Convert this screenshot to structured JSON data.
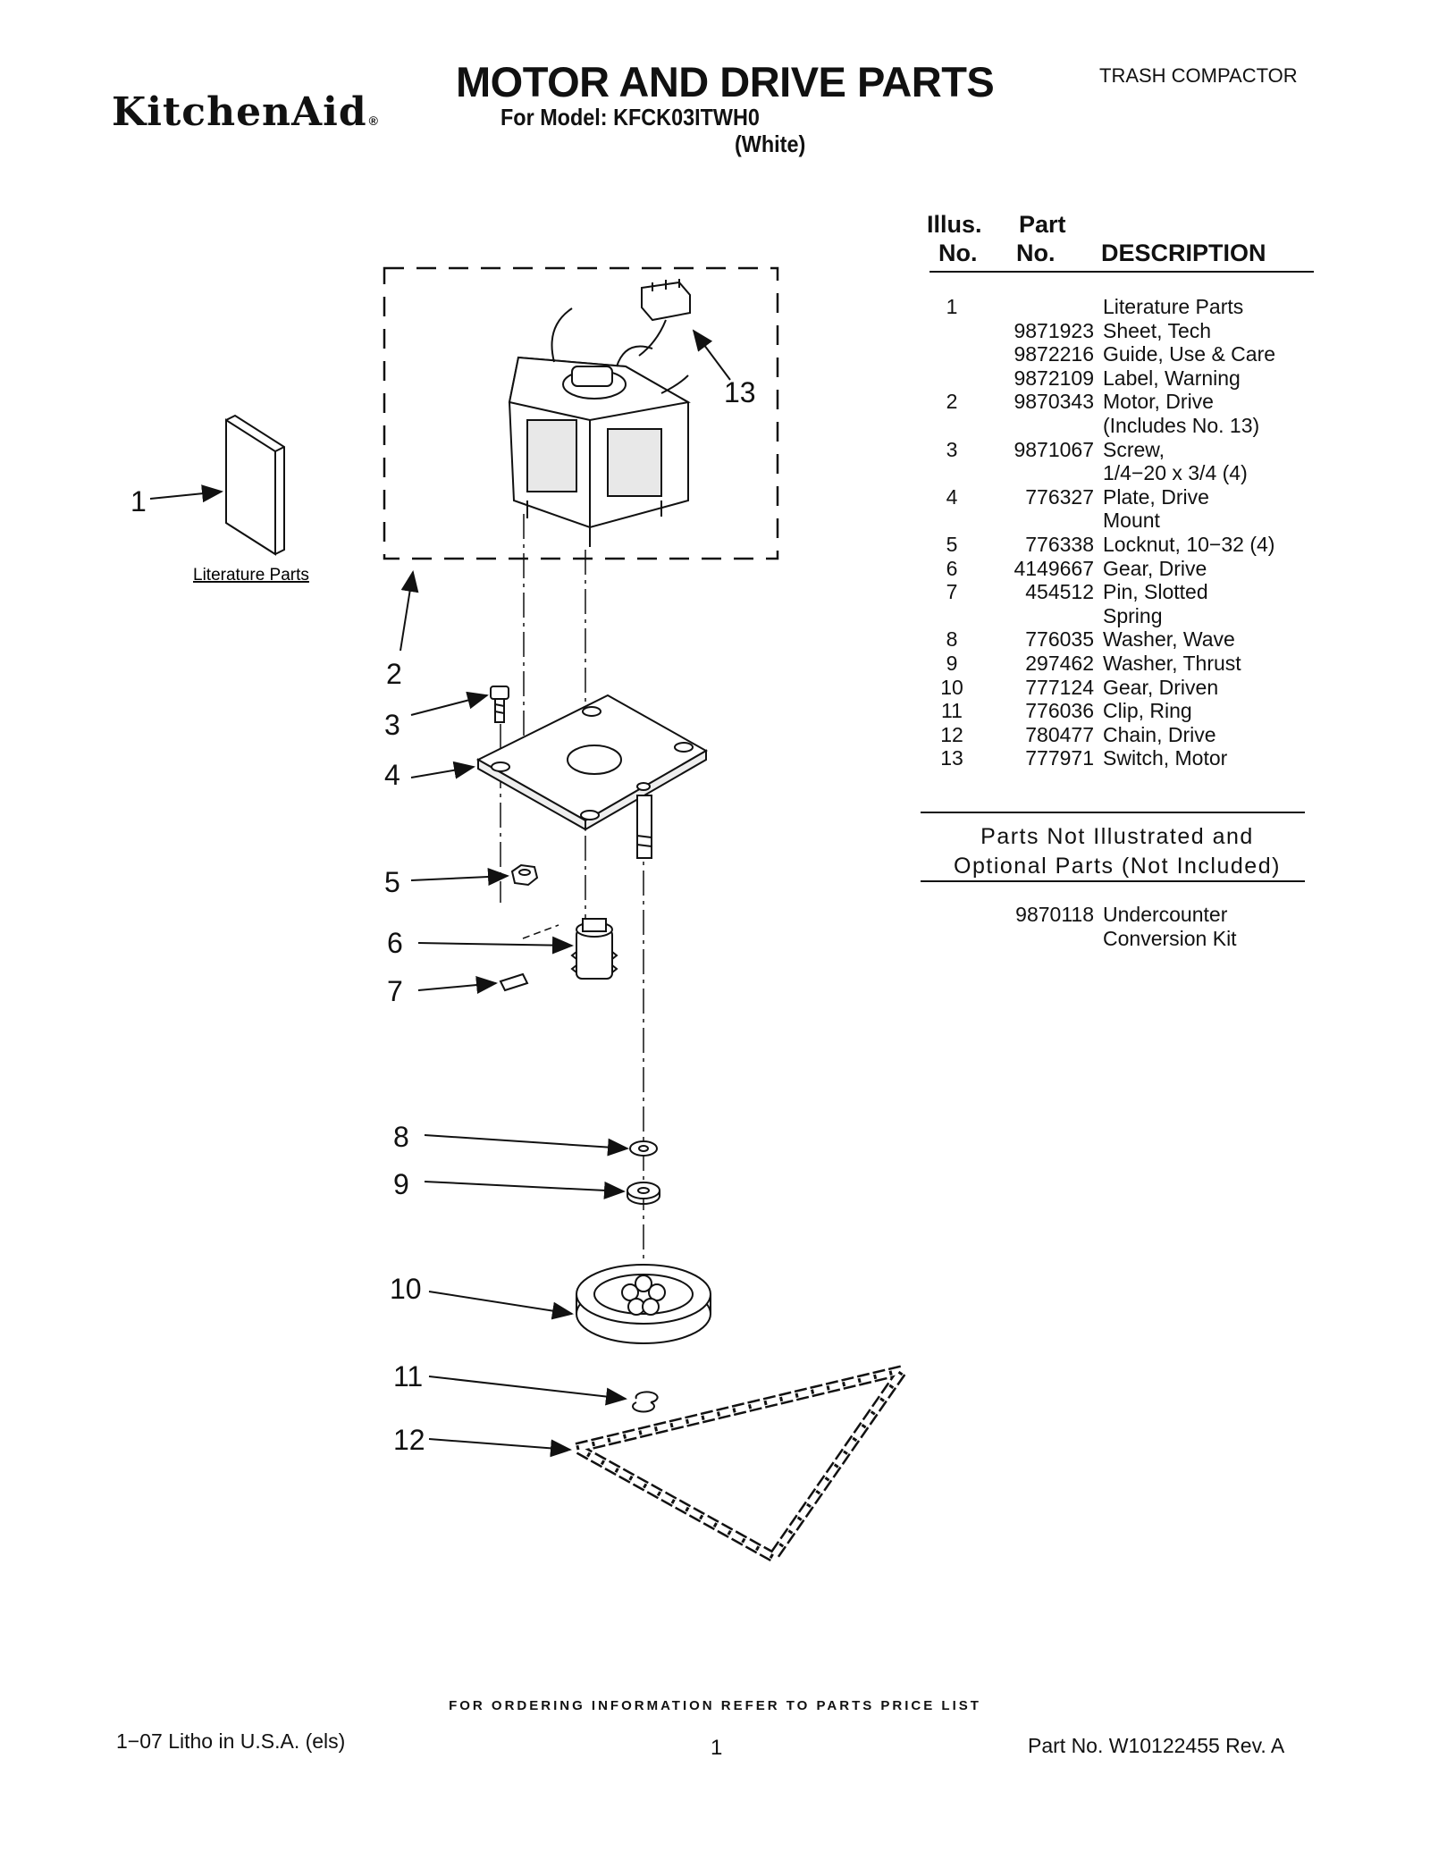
{
  "header": {
    "brand": "KitchenAid",
    "brand_mark": "®",
    "title": "MOTOR AND DRIVE PARTS",
    "model_line": "For Model: KFCK03ITWH0",
    "color": "(White)",
    "category": "TRASH COMPACTOR"
  },
  "table": {
    "headers": {
      "illus_line1": "Illus.",
      "illus_line2": "No.",
      "part_line1": "Part",
      "part_line2": "No.",
      "description": "DESCRIPTION"
    },
    "rows": [
      {
        "illus": "1",
        "part": "",
        "desc": "Literature Parts"
      },
      {
        "illus": "",
        "part": "9871923",
        "desc": "Sheet, Tech"
      },
      {
        "illus": "",
        "part": "9872216",
        "desc": "Guide, Use & Care"
      },
      {
        "illus": "",
        "part": "9872109",
        "desc": "Label, Warning"
      },
      {
        "illus": "2",
        "part": "9870343",
        "desc": "Motor, Drive"
      },
      {
        "illus": "",
        "part": "",
        "desc": "(Includes No. 13)"
      },
      {
        "illus": "3",
        "part": "9871067",
        "desc": "Screw,"
      },
      {
        "illus": "",
        "part": "",
        "desc": "1/4−20 x 3/4 (4)"
      },
      {
        "illus": "4",
        "part": "776327",
        "desc": "Plate, Drive"
      },
      {
        "illus": "",
        "part": "",
        "desc": "Mount"
      },
      {
        "illus": "5",
        "part": "776338",
        "desc": "Locknut, 10−32 (4)"
      },
      {
        "illus": "6",
        "part": "4149667",
        "desc": "Gear, Drive"
      },
      {
        "illus": "7",
        "part": "454512",
        "desc": "Pin, Slotted"
      },
      {
        "illus": "",
        "part": "",
        "desc": "Spring"
      },
      {
        "illus": "8",
        "part": "776035",
        "desc": "Washer, Wave"
      },
      {
        "illus": "9",
        "part": "297462",
        "desc": "Washer, Thrust"
      },
      {
        "illus": "10",
        "part": "777124",
        "desc": "Gear, Driven"
      },
      {
        "illus": "11",
        "part": "776036",
        "desc": "Clip, Ring"
      },
      {
        "illus": "12",
        "part": "780477",
        "desc": "Chain, Drive"
      },
      {
        "illus": "13",
        "part": "777971",
        "desc": "Switch, Motor"
      }
    ],
    "not_illustrated": {
      "line1": "Parts Not Illustrated and",
      "line2": "Optional Parts (Not Included)",
      "rows": [
        {
          "illus": "",
          "part": "9870118",
          "desc": "Undercounter"
        },
        {
          "illus": "",
          "part": "",
          "desc": "Conversion Kit"
        }
      ]
    }
  },
  "diagram": {
    "literature_label": "Literature Parts",
    "callouts": [
      "1",
      "2",
      "3",
      "4",
      "5",
      "6",
      "7",
      "8",
      "9",
      "10",
      "11",
      "12",
      "13"
    ]
  },
  "footer": {
    "ordering_note": "FOR ORDERING INFORMATION REFER TO PARTS PRICE LIST",
    "litho": "1−07 Litho in U.S.A. (els)",
    "page_number": "1",
    "part_no": "Part No. W10122455 Rev. A"
  }
}
